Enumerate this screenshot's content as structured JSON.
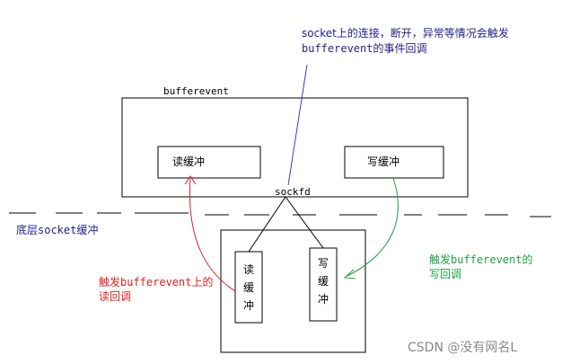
{
  "labels": {
    "top_note_line1": "socket上的连接，断开，异常等情况会触发",
    "top_note_line2": "bufferevent的事件回调",
    "bufferevent": "bufferevent",
    "read_buffer_top": "读缓冲",
    "write_buffer_top": "写缓冲",
    "sockfd": "sockfd",
    "bottom_socket_buffer": "底层socket缓冲",
    "read_buffer_socket": "读缓冲",
    "write_buffer_socket": "写缓冲",
    "read_cb_line1": "触发bufferevent上的",
    "read_cb_line2": "读回调",
    "write_cb_line1": "触发bufferevent的",
    "write_cb_line2": "写回调",
    "watermark": "CSDN @没有网名L"
  },
  "colors": {
    "line": "#000000",
    "event_note": "#1f1f8f",
    "event_arrow": "#3c3cd0",
    "read_callback": "#e02020",
    "write_callback": "#1aa33c",
    "bottom_label": "#1f1f8f",
    "watermark": "#8a8a8a"
  }
}
